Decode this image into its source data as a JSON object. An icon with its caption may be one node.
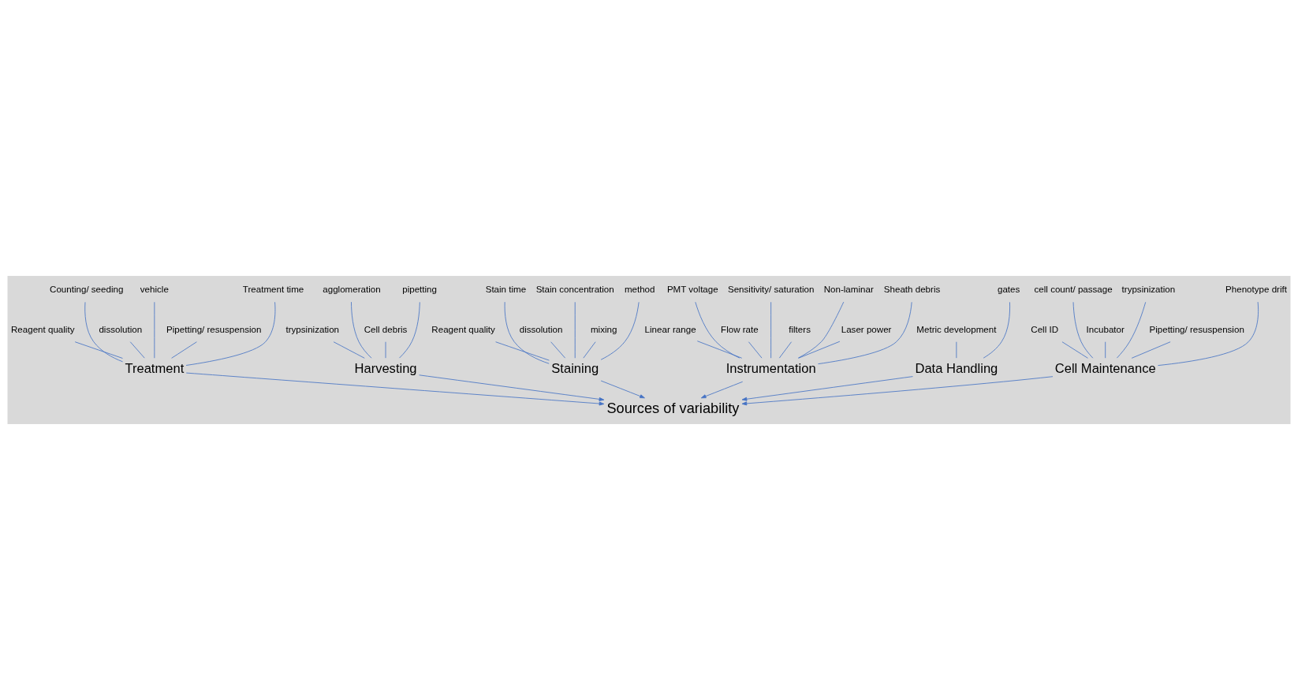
{
  "diagram": {
    "nodes": [
      {
        "text": [
          "Cell Maintenance"
        ]
      },
      {
        "text": [
          "Cell ID"
        ]
      },
      {
        "text": [
          "cell count/ passage"
        ]
      },
      {
        "text": [
          "Incubator"
        ]
      },
      {
        "text": [
          "trypsinization"
        ]
      },
      {
        "text": [
          "Pipetting/ resuspension"
        ]
      },
      {
        "text": [
          "Phenotype drift"
        ]
      },
      {
        "text": [
          "Treatment"
        ]
      },
      {
        "text": [
          "Reagent quality"
        ]
      },
      {
        "text": [
          "Counting/ seeding"
        ]
      },
      {
        "text": [
          "dissolution"
        ]
      },
      {
        "text": [
          "vehicle"
        ]
      },
      {
        "text": [
          "Pipetting/ resuspension"
        ]
      },
      {
        "text": [
          "Treatment time"
        ]
      },
      {
        "text": [
          "Harvesting"
        ]
      },
      {
        "text": [
          "trypsinization"
        ]
      },
      {
        "text": [
          "agglomeration"
        ]
      },
      {
        "text": [
          "Cell debris"
        ]
      },
      {
        "text": [
          "pipetting"
        ]
      },
      {
        "text": [
          "Sources of variability"
        ]
      },
      {
        "text": [
          "Staining"
        ]
      },
      {
        "text": [
          "Reagent quality"
        ]
      },
      {
        "text": [
          "Stain time"
        ]
      },
      {
        "text": [
          "dissolution"
        ]
      },
      {
        "text": [
          "Stain concentration"
        ]
      },
      {
        "text": [
          "mixing"
        ]
      },
      {
        "text": [
          "method"
        ]
      },
      {
        "text": [
          "Instrumentation"
        ]
      },
      {
        "text": [
          "Linear range"
        ]
      },
      {
        "text": [
          "PMT voltage"
        ]
      },
      {
        "text": [
          "Flow rate"
        ]
      },
      {
        "text": [
          "Sensitivity/ saturation"
        ]
      },
      {
        "text": [
          "filters"
        ]
      },
      {
        "text": [
          "Non-laminar"
        ]
      },
      {
        "text": [
          "Laser power"
        ]
      },
      {
        "text": [
          "Sheath debris"
        ]
      },
      {
        "text": [
          "Data Handling"
        ]
      },
      {
        "text": [
          "Metric development"
        ]
      },
      {
        "text": [
          "gates"
        ]
      }
    ],
    "edges": [
      {
        "from": 1,
        "to": 0,
        "arrow": "none"
      },
      {
        "from": 2,
        "to": 0,
        "arrow": "none"
      },
      {
        "from": 3,
        "to": 0,
        "arrow": "none"
      },
      {
        "from": 4,
        "to": 0,
        "arrow": "none"
      },
      {
        "from": 5,
        "to": 0,
        "arrow": "none"
      },
      {
        "from": 6,
        "to": 0,
        "arrow": "none"
      },
      {
        "from": 0,
        "to": 19,
        "arrow": "to"
      },
      {
        "from": 8,
        "to": 7,
        "arrow": "none"
      },
      {
        "from": 9,
        "to": 7,
        "arrow": "none"
      },
      {
        "from": 10,
        "to": 7,
        "arrow": "none"
      },
      {
        "from": 11,
        "to": 7,
        "arrow": "none"
      },
      {
        "from": 12,
        "to": 7,
        "arrow": "none"
      },
      {
        "from": 13,
        "to": 7,
        "arrow": "none"
      },
      {
        "from": 7,
        "to": 19,
        "arrow": "to"
      },
      {
        "from": 15,
        "to": 14,
        "arrow": "none"
      },
      {
        "from": 16,
        "to": 14,
        "arrow": "none"
      },
      {
        "from": 17,
        "to": 14,
        "arrow": "none"
      },
      {
        "from": 18,
        "to": 14,
        "arrow": "none"
      },
      {
        "from": 14,
        "to": 19,
        "arrow": "to"
      },
      {
        "from": 21,
        "to": 20,
        "arrow": "none"
      },
      {
        "from": 22,
        "to": 20,
        "arrow": "none"
      },
      {
        "from": 23,
        "to": 20,
        "arrow": "none"
      },
      {
        "from": 24,
        "to": 20,
        "arrow": "none"
      },
      {
        "from": 25,
        "to": 20,
        "arrow": "none"
      },
      {
        "from": 26,
        "to": 20,
        "arrow": "none"
      },
      {
        "from": 20,
        "to": 19,
        "arrow": "to"
      },
      {
        "from": 28,
        "to": 27,
        "arrow": "none"
      },
      {
        "from": 29,
        "to": 27,
        "arrow": "none"
      },
      {
        "from": 30,
        "to": 27,
        "arrow": "none"
      },
      {
        "from": 31,
        "to": 27,
        "arrow": "none"
      },
      {
        "from": 32,
        "to": 27,
        "arrow": "none"
      },
      {
        "from": 33,
        "to": 27,
        "arrow": "none"
      },
      {
        "from": 34,
        "to": 27,
        "arrow": "none"
      },
      {
        "from": 35,
        "to": 27,
        "arrow": "none"
      },
      {
        "from": 27,
        "to": 19,
        "arrow": "to"
      },
      {
        "from": 37,
        "to": 36,
        "arrow": "none"
      },
      {
        "from": 38,
        "to": 36,
        "arrow": "none"
      },
      {
        "from": 36,
        "to": 19,
        "arrow": "to"
      }
    ]
  }
}
